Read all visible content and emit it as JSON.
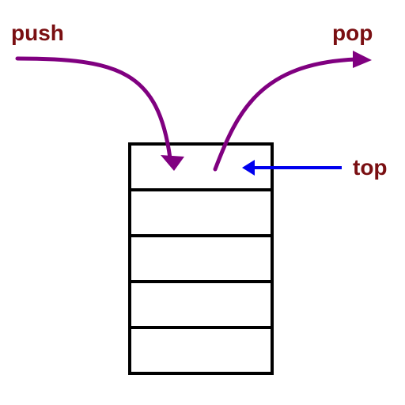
{
  "labels": {
    "push": "push",
    "pop": "pop",
    "top": "top"
  },
  "stack": {
    "cell_count": 5
  },
  "colors": {
    "push_pop": "#7a0f12",
    "arrow_curve": "#800080",
    "top_label": "#7a0f12",
    "top_arrow": "#0000ee",
    "stack_border": "#000000",
    "background": "#ffffff"
  }
}
